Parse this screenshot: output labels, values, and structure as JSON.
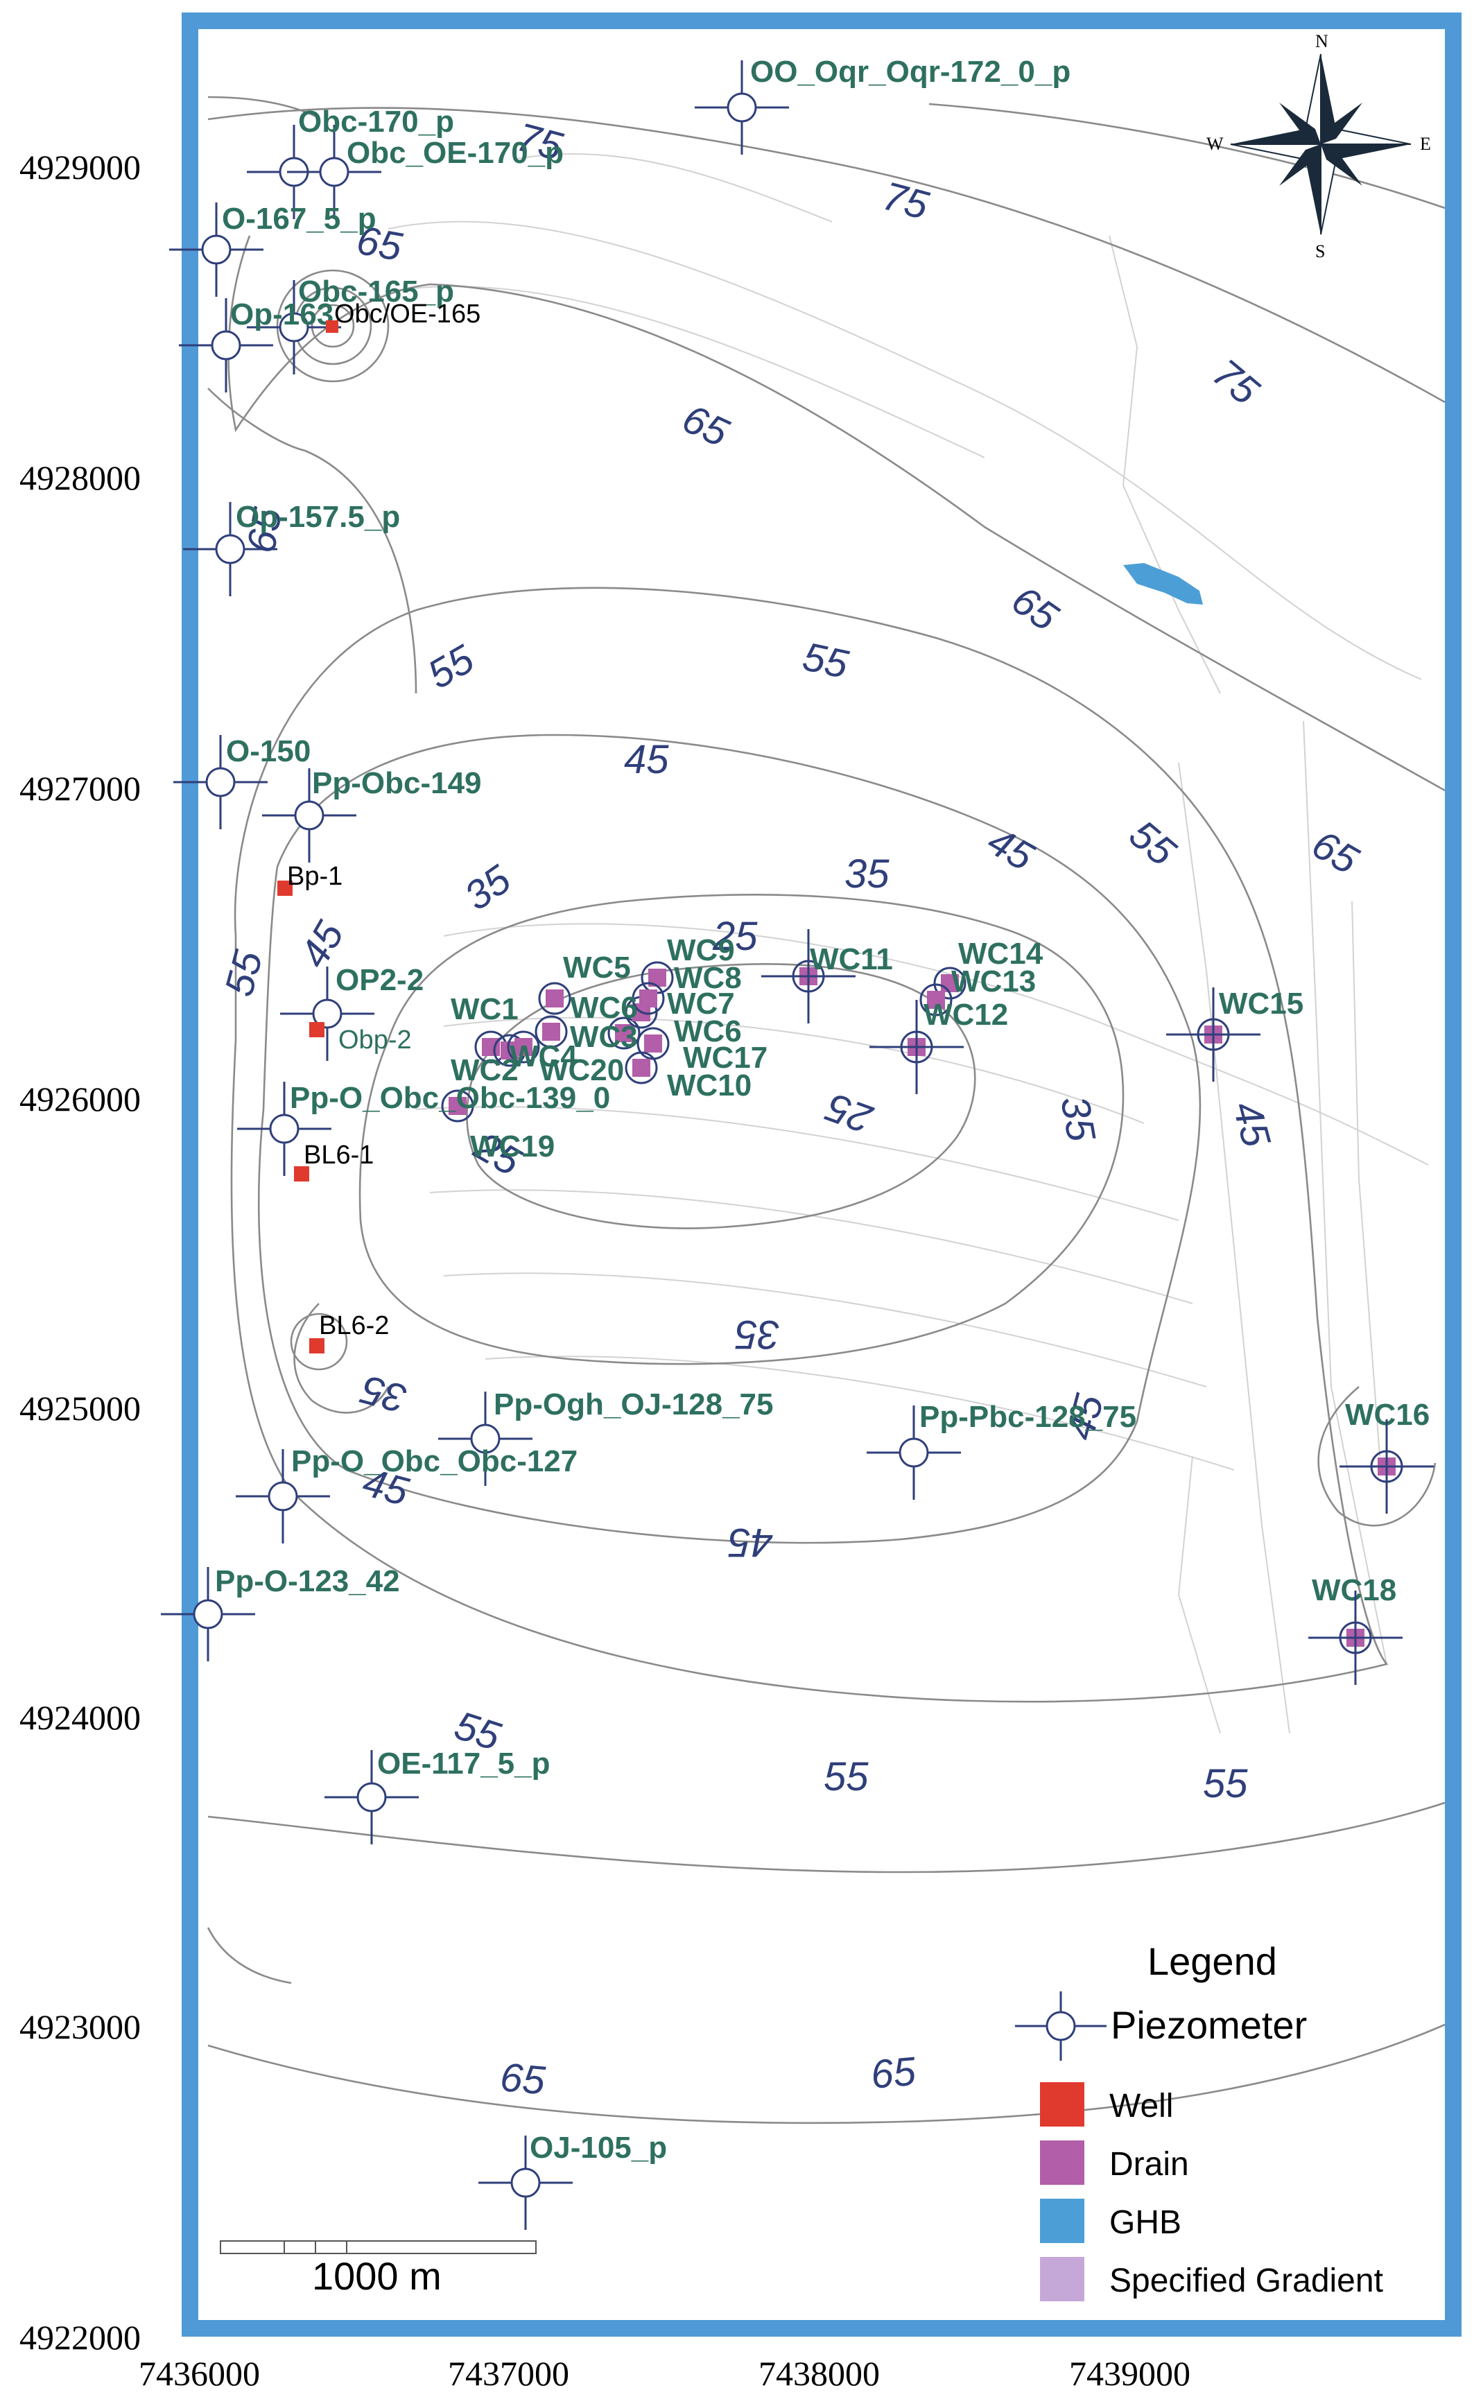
{
  "axes": {
    "y_ticks": [
      "4929000",
      "4928000",
      "4927000",
      "4926000",
      "4925000",
      "4924000",
      "4923000",
      "4922000"
    ],
    "x_ticks": [
      "7436000",
      "7437000",
      "7438000",
      "7439000"
    ]
  },
  "compass": {
    "n": "N",
    "s": "S",
    "e": "E",
    "w": "W"
  },
  "contour_labels": [
    {
      "text": "75"
    },
    {
      "text": "75"
    },
    {
      "text": "75"
    },
    {
      "text": "65"
    },
    {
      "text": "65"
    },
    {
      "text": "65"
    },
    {
      "text": "65"
    },
    {
      "text": "65"
    },
    {
      "text": "65"
    },
    {
      "text": "65"
    },
    {
      "text": "55"
    },
    {
      "text": "55"
    },
    {
      "text": "55"
    },
    {
      "text": "55"
    },
    {
      "text": "55"
    },
    {
      "text": "55"
    },
    {
      "text": "55"
    },
    {
      "text": "45"
    },
    {
      "text": "45"
    },
    {
      "text": "45"
    },
    {
      "text": "45"
    },
    {
      "text": "45"
    },
    {
      "text": "45"
    },
    {
      "text": "45"
    },
    {
      "text": "35"
    },
    {
      "text": "35"
    },
    {
      "text": "35"
    },
    {
      "text": "35"
    },
    {
      "text": "35"
    },
    {
      "text": "25"
    },
    {
      "text": "25"
    },
    {
      "text": "25"
    }
  ],
  "piezometers": [
    {
      "label": "OO_Oqr_Oqr-172_0_p"
    },
    {
      "label": "Obc-170_p"
    },
    {
      "label": "Obc_OE-170_p"
    },
    {
      "label": "O-167_5_p"
    },
    {
      "label": "Obc-165_p"
    },
    {
      "label": "Op-163"
    },
    {
      "label": "Op-157.5_p"
    },
    {
      "label": "O-150"
    },
    {
      "label": "Pp-Obc-149"
    },
    {
      "label": "OP2-2"
    },
    {
      "label": "Pp-O_Obc_Obc-139_0"
    },
    {
      "label": "Pp-Ogh_OJ-128_75"
    },
    {
      "label": "Pp-Pbc-128_75"
    },
    {
      "label": "Pp-O_Obc_Obc-127"
    },
    {
      "label": "Pp-O-123_42"
    },
    {
      "label": "OE-117_5_p"
    },
    {
      "label": "OJ-105_p"
    }
  ],
  "drains": [
    {
      "label": "WC1"
    },
    {
      "label": "WC2"
    },
    {
      "label": "WC20"
    },
    {
      "label": "WC19"
    },
    {
      "label": "WC5"
    },
    {
      "label": "WC6"
    },
    {
      "label": "WC3"
    },
    {
      "label": "WC4"
    },
    {
      "label": "WC9"
    },
    {
      "label": "WC8"
    },
    {
      "label": "WC7"
    },
    {
      "label": "WC6"
    },
    {
      "label": "WC17"
    },
    {
      "label": "WC10"
    },
    {
      "label": "WC11"
    },
    {
      "label": "WC14"
    },
    {
      "label": "WC13"
    },
    {
      "label": "WC12"
    },
    {
      "label": "WC15"
    },
    {
      "label": "WC16"
    },
    {
      "label": "WC18"
    }
  ],
  "wells": [
    {
      "label": "Obc/OE-165"
    },
    {
      "label": "Bp-1"
    },
    {
      "label": "Obp-2"
    },
    {
      "label": "BL6-1"
    },
    {
      "label": "BL6-2"
    }
  ],
  "legend": {
    "title": "Legend",
    "items": [
      {
        "label": "Piezometer",
        "symbol": "piezometer"
      },
      {
        "label": "Well",
        "color": "#e03a2f"
      },
      {
        "label": "Drain",
        "color": "#b25ea8"
      },
      {
        "label": "GHB",
        "color": "#4c9fd6"
      },
      {
        "label": "Specified Gradient",
        "color": "#c5a8d8"
      }
    ]
  },
  "scale_bar": {
    "label": "1000 m"
  },
  "colors": {
    "frame": "#4f9ad6",
    "contour": "#8a8a8a",
    "label": "#2f3f7a",
    "piezo_label": "#2e7060",
    "well": "#e03a2f",
    "drain": "#b25ea8",
    "ghb": "#4c9fd6"
  }
}
